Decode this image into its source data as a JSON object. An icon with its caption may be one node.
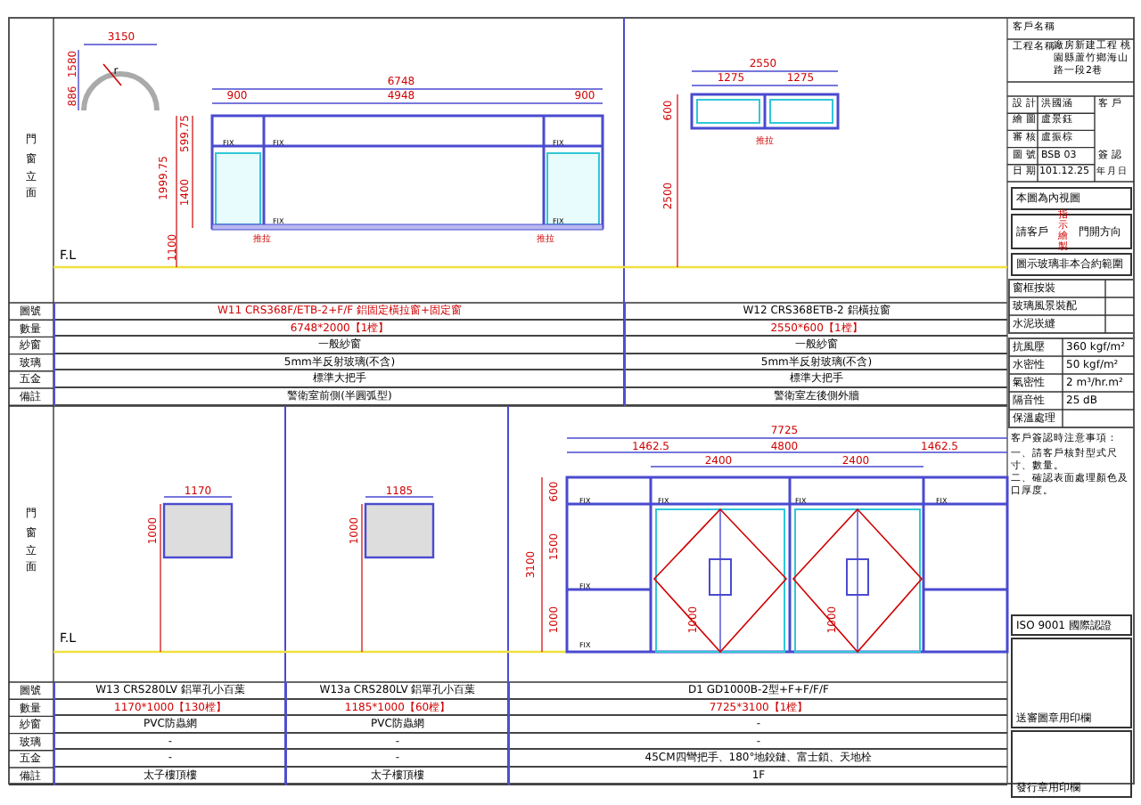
{
  "diagram": {
    "nodes": [
      {
        "text": [
          "W11 CRS368F/ETB-2+F/F 鋁固定橫拉窗+固定窗",
          "6748*2000【1樘】",
          "一般紗窗",
          "5mm半反射玻璃(不含)",
          "標準大把手",
          "警衛室前側(半圓弧型)"
        ]
      },
      {
        "text": [
          "W12 CRS368ETB-2 鋁橫拉窗",
          "2550*600【1樘】",
          "一般紗窗",
          "5mm半反射玻璃(不含)",
          "標準大把手",
          "警衛室左後側外牆"
        ]
      },
      {
        "text": [
          "W13 CRS280LV 鋁單孔小百葉",
          "1170*1000【130樘】",
          "PVC防蟲網",
          "-",
          "-",
          "太子樓頂樓"
        ]
      },
      {
        "text": [
          "W13a CRS280LV 鋁單孔小百葉",
          "1185*1000【60樘】",
          "PVC防蟲網",
          "-",
          "-",
          "太子樓頂樓"
        ]
      },
      {
        "text": [
          "D1 GD1000B-2型+F+F/F/F",
          "7725*3100【1樘】",
          "-",
          "-",
          "45CM四彎把手、180°地鉸鏈、富士鎖、天地栓",
          "1F"
        ]
      },
      {
        "text": [
          "本圖為內視圖"
        ]
      },
      {
        "text": [
          "請客戶",
          "指示繪製",
          "門開方向"
        ]
      },
      {
        "text": [
          "圖示玻璃非本合約範圍"
        ]
      },
      {
        "text": [
          "ISO 9001 國際認證"
        ]
      },
      {
        "text": [
          "送審圖章用印欄"
        ]
      },
      {
        "text": [
          "發行章用印欄"
        ]
      }
    ],
    "labels": [
      "門窗立面",
      "3150",
      "1580",
      "886",
      "r",
      "6748",
      "900",
      "4948",
      "900",
      "599.75",
      "1999.75",
      "1400",
      "1100",
      "FIX",
      "FIX",
      "FIX",
      "FIX",
      "FIX",
      "推拉",
      "推拉",
      "F.L",
      "2550",
      "1275",
      "1275",
      "600",
      "2500",
      "推拉",
      "圖號",
      "數量",
      "紗窗",
      "玻璃",
      "五金",
      "備註",
      "門窗立面",
      "1170",
      "1000",
      "1185",
      "1000",
      "F.L",
      "7725",
      "1462.5",
      "2400",
      "4800",
      "2400",
      "1462.5",
      "600",
      "1500",
      "1000",
      "3100",
      "1000",
      "1000",
      "FIX",
      "FIX",
      "FIX",
      "FIX",
      "FIX",
      "FIX",
      "圖號",
      "數量",
      "紗窗",
      "玻璃",
      "五金",
      "備註",
      "客戶名稱",
      "工程名稱",
      "廠房新建工程 桃園縣蘆竹鄉海山路一段2巷",
      "設 計",
      "洪國涵",
      "繪 圖",
      "盧景鈺",
      "審 核",
      "盧振棕",
      "圖 號",
      "BSB 03",
      "日 期",
      "101.12.25",
      "客 戶",
      "簽 認",
      "年 月 日",
      "窗框按裝",
      "玻璃風景裝配",
      "水泥崁縫",
      "抗風壓",
      "360 kgf/m²",
      "水密性",
      "50 kgf/m²",
      "氣密性",
      "2 m³/hr.m²",
      "隔音性",
      "25 dB",
      "保溫處理",
      "客戶簽認時注意事項：",
      "一、請客戶核對型式尺寸、數量。",
      "二、確認表面處理顏色及口厚度。"
    ]
  }
}
